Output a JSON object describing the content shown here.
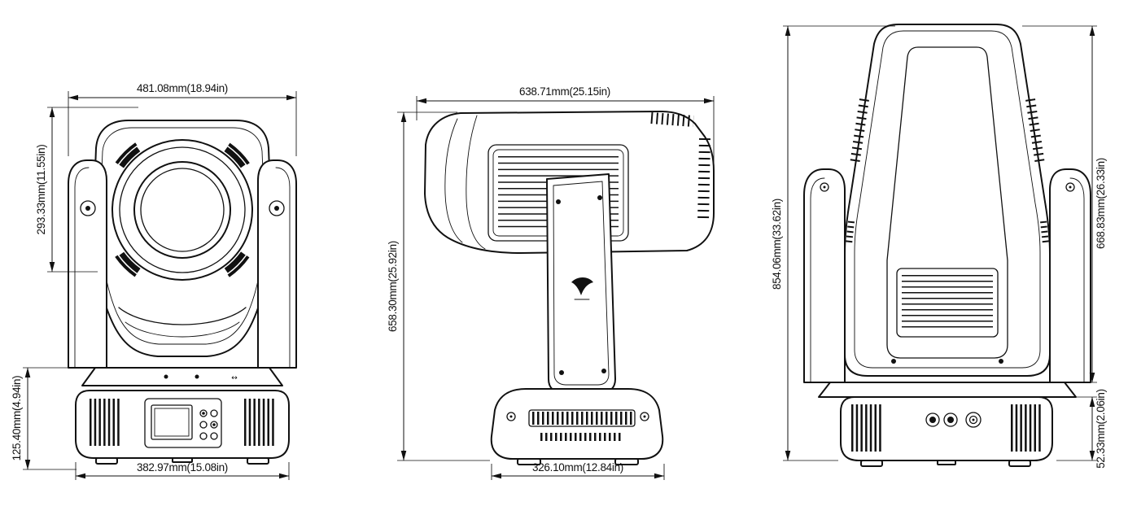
{
  "style": {
    "ink": "#111111",
    "background": "#ffffff"
  },
  "views": {
    "front": {
      "dim_overall_width": "481.08mm(18.94in)",
      "dim_head_height": "293.33mm(11.55in)",
      "dim_base_height": "125.40mm(4.94in)",
      "dim_base_width": "382.97mm(15.08in)",
      "pan_marker": "↔"
    },
    "side": {
      "dim_overall_length": "638.71mm(25.15in)",
      "dim_overall_height": "658.30mm(25.92in)",
      "dim_base_depth": "326.10mm(12.84in)"
    },
    "rear": {
      "dim_max_height": "854.06mm(33.62in)",
      "dim_body_height": "668.83mm(26.33in)",
      "dim_base_height": "52.33mm(2.06in)"
    }
  }
}
